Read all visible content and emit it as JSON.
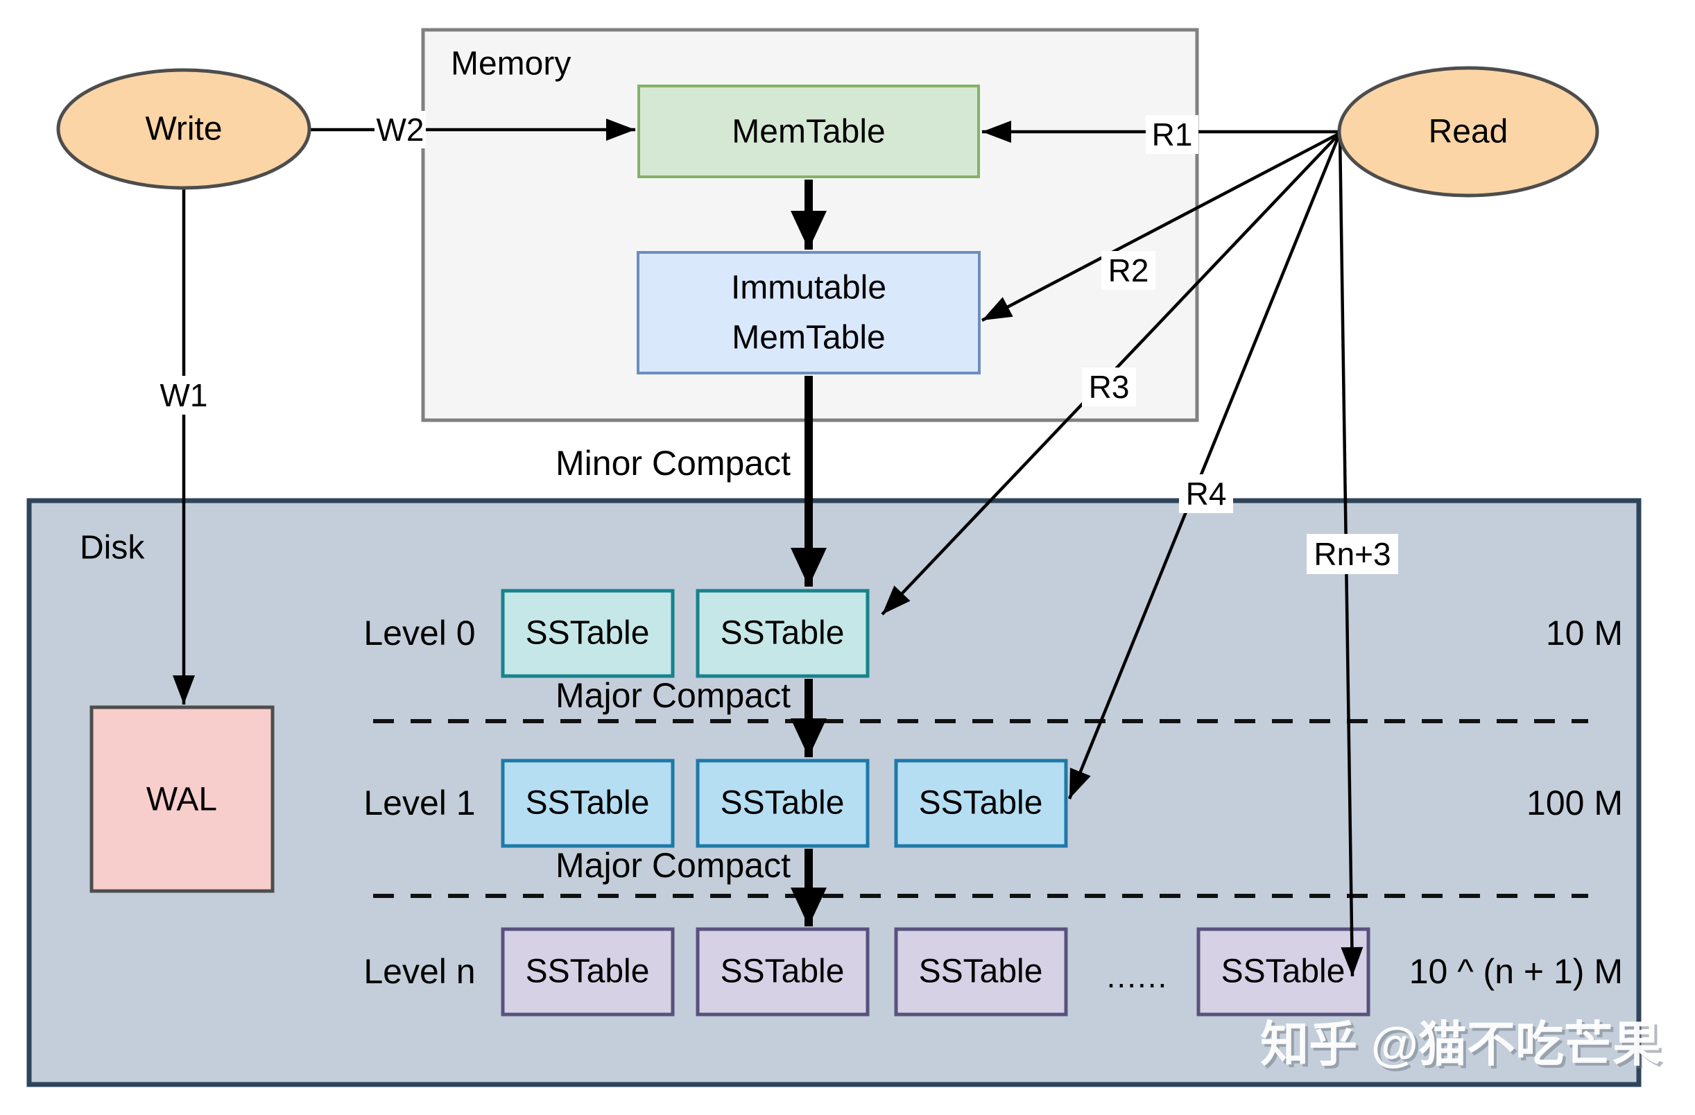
{
  "diagram": {
    "regions": {
      "memory_label": "Memory",
      "disk_label": "Disk"
    },
    "nodes": {
      "write": "Write",
      "read": "Read",
      "memtable": "MemTable",
      "immutable_line1": "Immutable",
      "immutable_line2": "MemTable",
      "wal": "WAL"
    },
    "edges": {
      "w1": "W1",
      "w2": "W2",
      "r1": "R1",
      "r2": "R2",
      "r3": "R3",
      "r4": "R4",
      "rn3": "Rn+3"
    },
    "compaction": {
      "minor": "Minor Compact",
      "major_0_to_1": "Major Compact",
      "major_1_to_n": "Major Compact"
    },
    "levels": [
      {
        "label": "Level 0",
        "size": "10 M",
        "sstables": [
          "SSTable",
          "SSTable"
        ]
      },
      {
        "label": "Level 1",
        "size": "100 M",
        "sstables": [
          "SSTable",
          "SSTable",
          "SSTable"
        ]
      },
      {
        "label": "Level n",
        "size": "10 ^ (n + 1) M",
        "sstables": [
          "SSTable",
          "SSTable",
          "SSTable",
          "SSTable"
        ],
        "ellipsis": "......"
      }
    ],
    "watermark": "知乎 @猫不吃芒果",
    "colors": {
      "actor_fill": "#FBD5A6",
      "actor_stroke": "#4D4D4D",
      "memory_fill": "#F5F5F5",
      "memory_stroke": "#808080",
      "memtable_fill": "#D5E8D4",
      "memtable_stroke": "#82B366",
      "immutable_fill": "#DAE8FC",
      "immutable_stroke": "#6C8EBF",
      "disk_fill": "#C3CEDA",
      "disk_stroke": "#2E4459",
      "wal_fill": "#F8CECC",
      "wal_stroke": "#4D4D4D",
      "sst_l0_fill": "#C5E7E8",
      "sst_l0_stroke": "#17828C",
      "sst_l1_fill": "#B5DEF2",
      "sst_l1_stroke": "#1E79A8",
      "sst_ln_fill": "#D6D1E4",
      "sst_ln_stroke": "#57527D"
    }
  }
}
